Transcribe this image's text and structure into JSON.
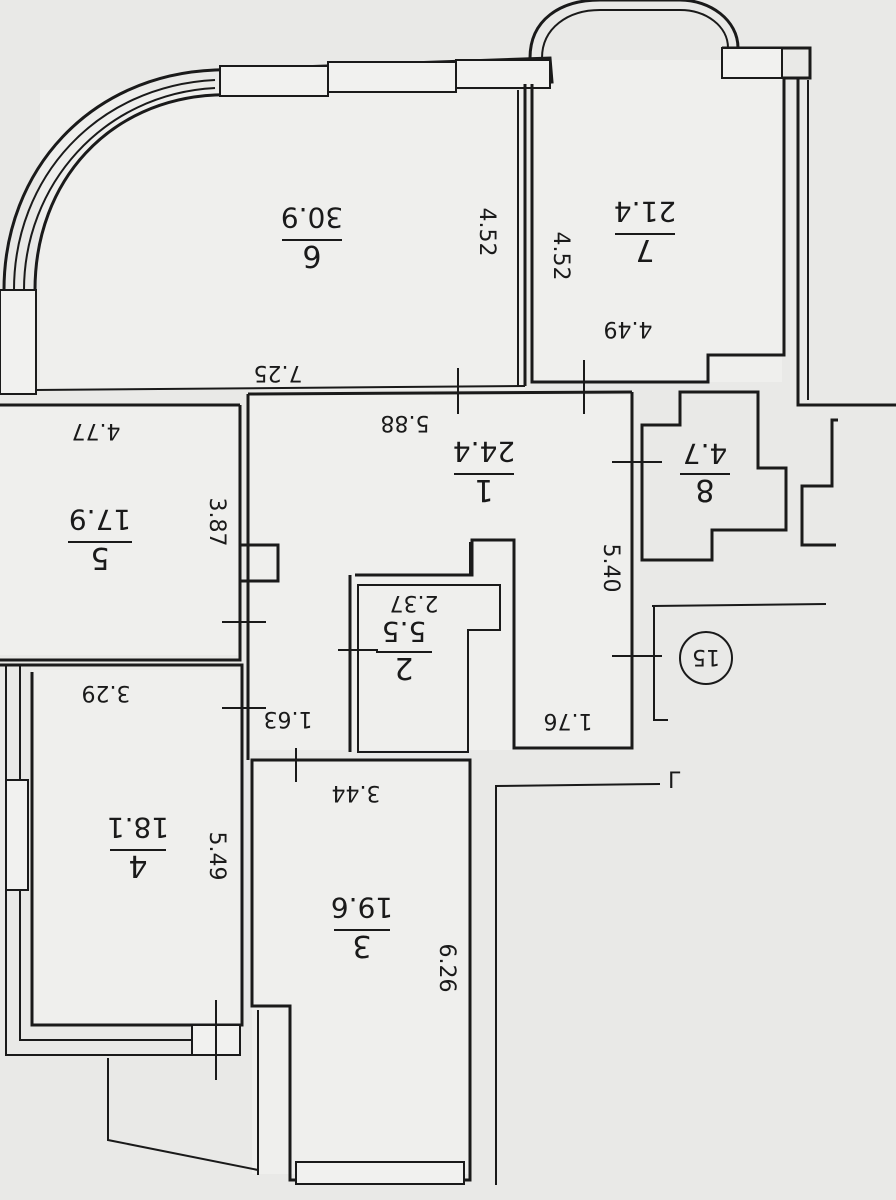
{
  "rooms": [
    {
      "id": "6",
      "number": "6",
      "area": "30.9"
    },
    {
      "id": "7",
      "number": "7",
      "area": "21.4"
    },
    {
      "id": "1",
      "number": "1",
      "area": "24.4"
    },
    {
      "id": "8",
      "number": "8",
      "area": "4.7"
    },
    {
      "id": "5",
      "number": "5",
      "area": "17.9"
    },
    {
      "id": "2",
      "number": "2",
      "area": "5.5"
    },
    {
      "id": "4",
      "number": "4",
      "area": "18.1"
    },
    {
      "id": "3",
      "number": "3",
      "area": "19.6"
    }
  ],
  "dimensions": {
    "d452a": "4.52",
    "d452b": "4.52",
    "d449": "4.49",
    "d725": "7.25",
    "d588": "5.88",
    "d477": "4.77",
    "d387": "3.87",
    "d540": "5.40",
    "d237": "2.37",
    "d176": "1.76",
    "d329": "3.29",
    "d163": "1.63",
    "d344": "3.44",
    "d549": "5.49",
    "d626": "6.26"
  },
  "marker": {
    "label": "15"
  },
  "corner_mark": "Г"
}
